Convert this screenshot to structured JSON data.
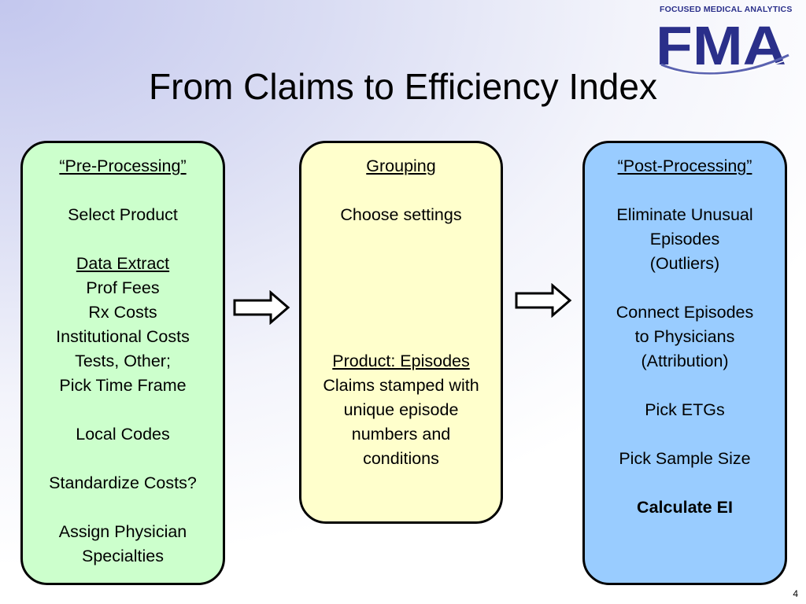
{
  "logo": {
    "tagline": "FOCUSED MEDICAL ANALYTICS",
    "mark": "FMA",
    "colors": {
      "navy": "#2a2f8a",
      "swoosh": "#5a62b0"
    }
  },
  "title": "From Claims to Efficiency Index",
  "boxes": {
    "pre": {
      "heading": "“Pre-Processing”",
      "select_product": "Select Product",
      "data_extract": "Data Extract",
      "prof_fees": "Prof Fees",
      "rx_costs": "Rx Costs",
      "institutional_costs": "Institutional Costs",
      "tests_other": "Tests, Other;",
      "pick_time_frame": "Pick Time Frame",
      "local_codes": "Local Codes",
      "standardize_costs": "Standardize Costs?",
      "assign_line1": "Assign Physician",
      "assign_line2": "Specialties",
      "color": "#ccffcc"
    },
    "grouping": {
      "heading": "Grouping",
      "choose_settings": "Choose settings",
      "product_episodes": "Product: Episodes",
      "desc_line1": "Claims stamped with",
      "desc_line2": "unique episode",
      "desc_line3": "numbers and",
      "desc_line4": "conditions",
      "color": "#ffffcc"
    },
    "post": {
      "heading": "“Post-Processing”",
      "elim_line1": "Eliminate Unusual",
      "elim_line2": "Episodes",
      "elim_line3": "(Outliers)",
      "connect_line1": "Connect Episodes",
      "connect_line2": "to Physicians",
      "connect_line3": "(Attribution)",
      "pick_etgs": "Pick ETGs",
      "pick_sample_size": "Pick Sample Size",
      "calculate_ei": "Calculate EI",
      "color": "#99ccff"
    }
  },
  "page_number": "4"
}
